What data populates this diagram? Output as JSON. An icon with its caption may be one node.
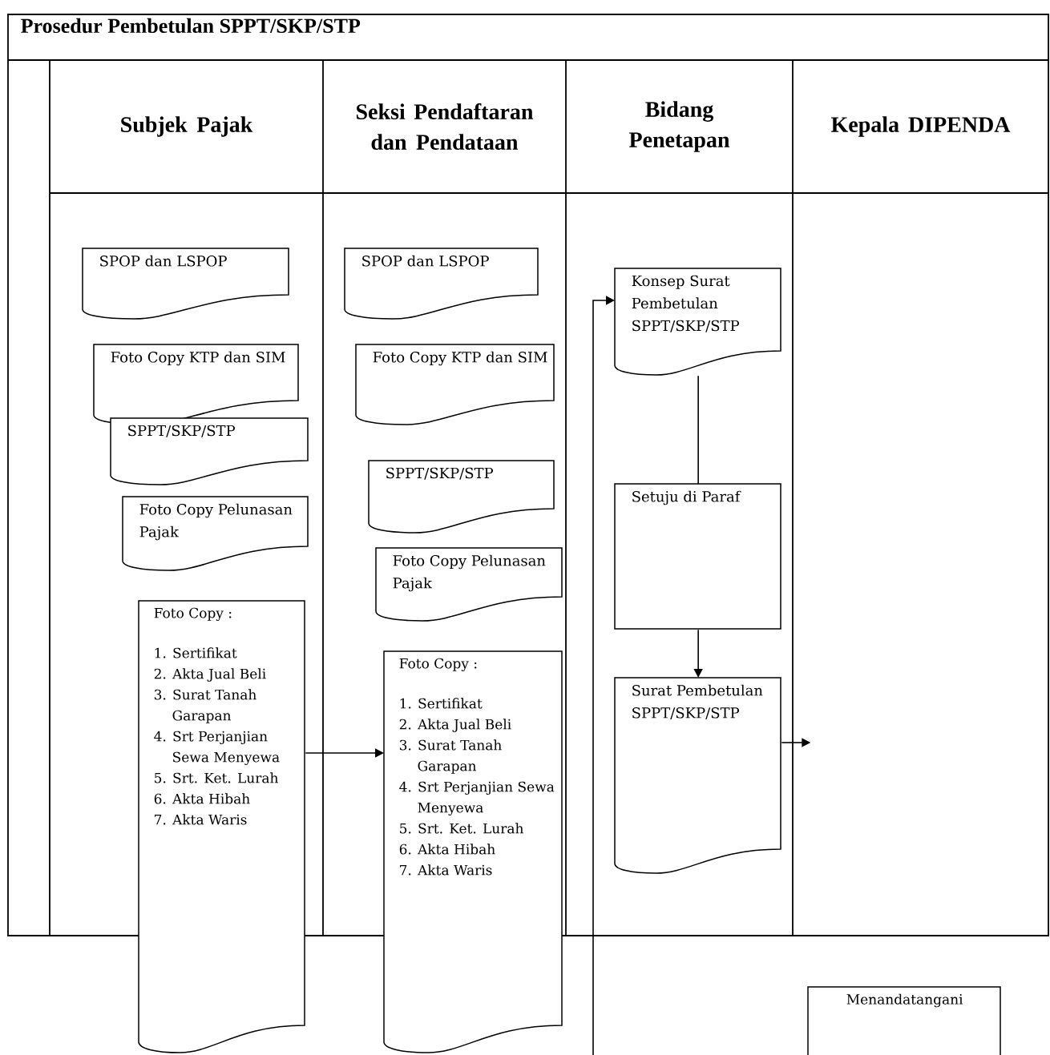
{
  "diagram": {
    "title": "Prosedur Pembetulan SPPT/SKP/STP",
    "nodes": [
      {
        "text": [
          "Subjek Pajak"
        ]
      },
      {
        "text": [
          "Seksi Pendaftaran dan Pendataan"
        ]
      },
      {
        "text": [
          "Bidang Penetapan"
        ]
      },
      {
        "text": [
          "Kepala DIPENDA"
        ]
      },
      {
        "text": [
          "SPOP dan LSPOP"
        ]
      },
      {
        "text": [
          "Foto Copy KTP dan SIM"
        ]
      },
      {
        "text": [
          "SPPT/SKP/STP"
        ]
      },
      {
        "text": [
          "Foto Copy Pelunasan Pajak"
        ]
      },
      {
        "text": [
          "Foto Copy :",
          "1. Sertifikat",
          "2. Akta Jual Beli",
          "3. Surat Tanah Garapan",
          "4. Srt Perjanjian Sewa Menyewa",
          "5. Srt. Ket. Lurah",
          "6. Akta Hibah",
          "7. Akta Waris"
        ]
      },
      {
        "text": [
          "SPOP dan LSPOP"
        ]
      },
      {
        "text": [
          "Foto Copy KTP dan SIM"
        ]
      },
      {
        "text": [
          "SPPT/SKP/STP"
        ]
      },
      {
        "text": [
          "Foto Copy Pelunasan Pajak"
        ]
      },
      {
        "text": [
          "Foto Copy :",
          "1. Sertifikat",
          "2. Akta Jual Beli",
          "3. Surat Tanah Garapan",
          "4. Srt Perjanjian Sewa Menyewa",
          "5. Srt. Ket. Lurah",
          "6. Akta Hibah",
          "7. Akta Waris"
        ]
      },
      {
        "text": [
          "Konsep Surat Pembetulan SPPT/SKP/STP"
        ]
      },
      {
        "text": [
          "Setuju di Paraf"
        ]
      },
      {
        "text": [
          "Surat Pembetulan SPPT/SKP/STP"
        ]
      },
      {
        "text": [
          "Menandatangani"
        ]
      }
    ],
    "edges": [
      {
        "from": 8,
        "to": 13,
        "arrow": "to"
      },
      {
        "from": null,
        "to": 14,
        "arrow": "to"
      },
      {
        "from": 14,
        "to": 15,
        "arrow": "none"
      },
      {
        "from": 15,
        "to": 16,
        "arrow": "to"
      },
      {
        "from": 16,
        "to": null,
        "arrow": "to"
      }
    ]
  }
}
